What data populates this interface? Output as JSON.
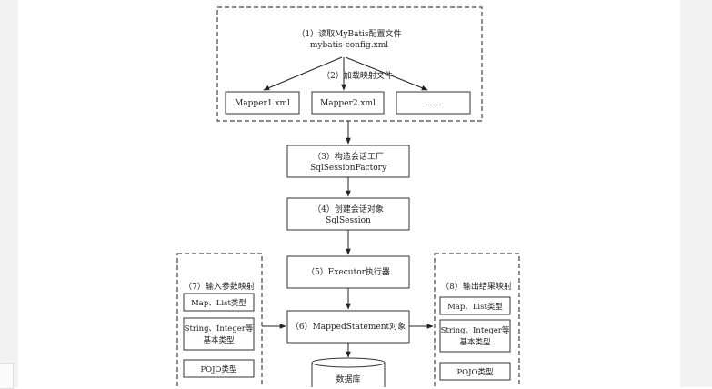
{
  "diagram": {
    "step1": {
      "line1": "（1）读取MyBatis配置文件",
      "line2": "mybatis-config.xml"
    },
    "step2": {
      "label": "（2）加载映射文件"
    },
    "mappers": [
      "Mapper1.xml",
      "Mapper2.xml",
      "……"
    ],
    "step3": {
      "line1": "（3）构造会话工厂",
      "line2": "SqlSessionFactory"
    },
    "step4": {
      "line1": "（4）创建会话对象",
      "line2": "SqlSession"
    },
    "step5": {
      "label": "（5）Executor执行器"
    },
    "step6": {
      "label": "（6）MappedStatement对象"
    },
    "database": {
      "label": "数据库"
    },
    "input_mapping": {
      "title": "（7）输入参数映射",
      "items": [
        {
          "line1": "Map、List类型",
          "line2": ""
        },
        {
          "line1": "String、Integer等",
          "line2": "基本类型"
        },
        {
          "line1": "POJO类型",
          "line2": ""
        }
      ]
    },
    "output_mapping": {
      "title": "（8）输出结果映射",
      "items": [
        {
          "line1": "Map、List类型",
          "line2": ""
        },
        {
          "line1": "String、Integer等",
          "line2": "基本类型"
        },
        {
          "line1": "POJO类型",
          "line2": ""
        }
      ]
    }
  }
}
